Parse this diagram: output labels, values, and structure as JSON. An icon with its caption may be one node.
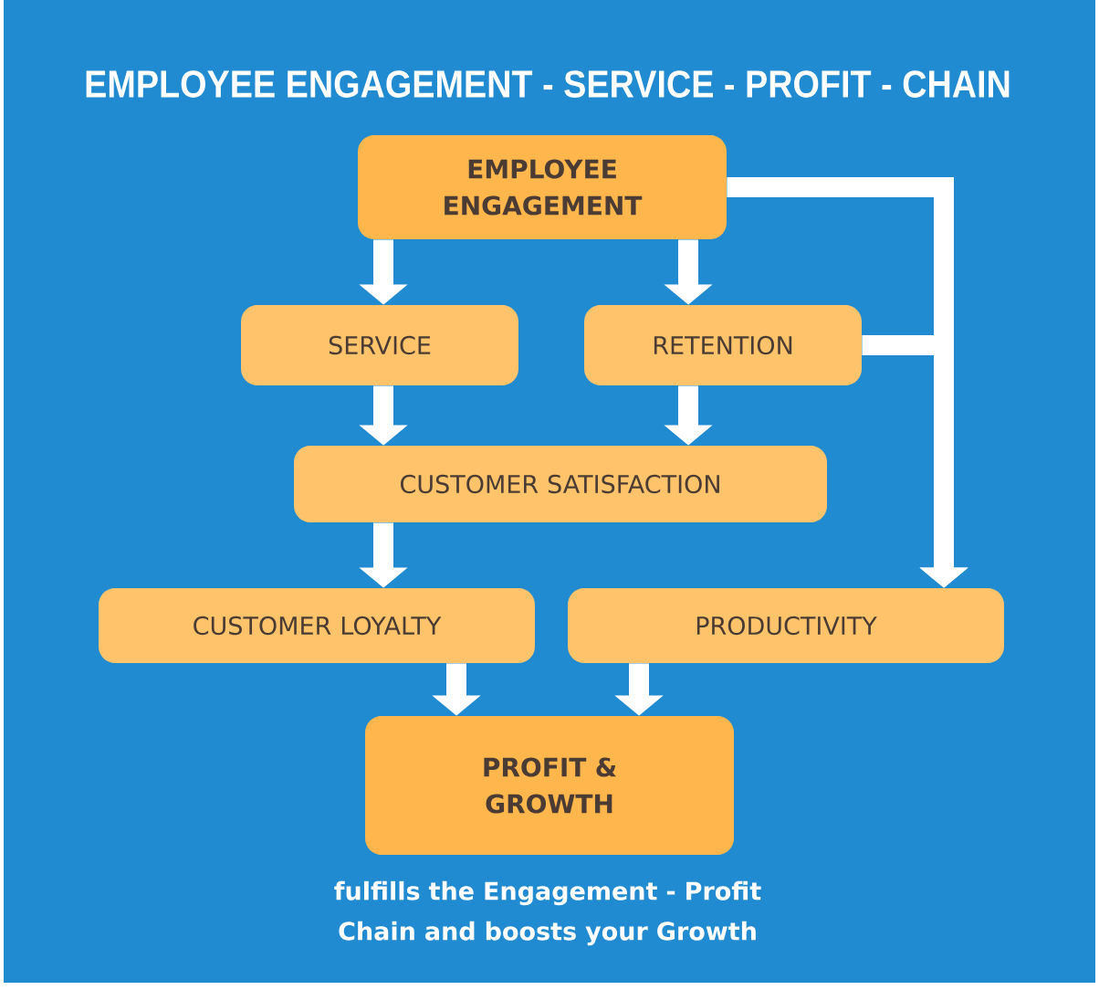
{
  "diagram": {
    "title": "EMPLOYEE ENGAGEMENT - SERVICE - PROFIT - CHAIN",
    "caption": "fulfills the Engagement - Profit Chain and boosts your Growth",
    "nodes": [
      {
        "text": [
          "EMPLOYEE ENGAGEMENT"
        ]
      },
      {
        "text": [
          "SERVICE"
        ]
      },
      {
        "text": [
          "RETENTION"
        ]
      },
      {
        "text": [
          "CUSTOMER SATISFACTION"
        ]
      },
      {
        "text": [
          "CUSTOMER LOYALTY"
        ]
      },
      {
        "text": [
          "PRODUCTIVITY"
        ]
      },
      {
        "text": [
          "PROFIT & GROWTH"
        ]
      }
    ],
    "edges": [
      {
        "from": 0,
        "to": 1,
        "arrow": "to"
      },
      {
        "from": 0,
        "to": 2,
        "arrow": "to"
      },
      {
        "from": 1,
        "to": 3,
        "arrow": "to"
      },
      {
        "from": 2,
        "to": 3,
        "arrow": "to"
      },
      {
        "from": 3,
        "to": 4,
        "arrow": "to"
      },
      {
        "from": 0,
        "to": 5,
        "arrow": "to"
      },
      {
        "from": 2,
        "to": 5,
        "arrow": "to"
      },
      {
        "from": 4,
        "to": 6,
        "arrow": "to"
      },
      {
        "from": 5,
        "to": 6,
        "arrow": "to"
      }
    ]
  }
}
